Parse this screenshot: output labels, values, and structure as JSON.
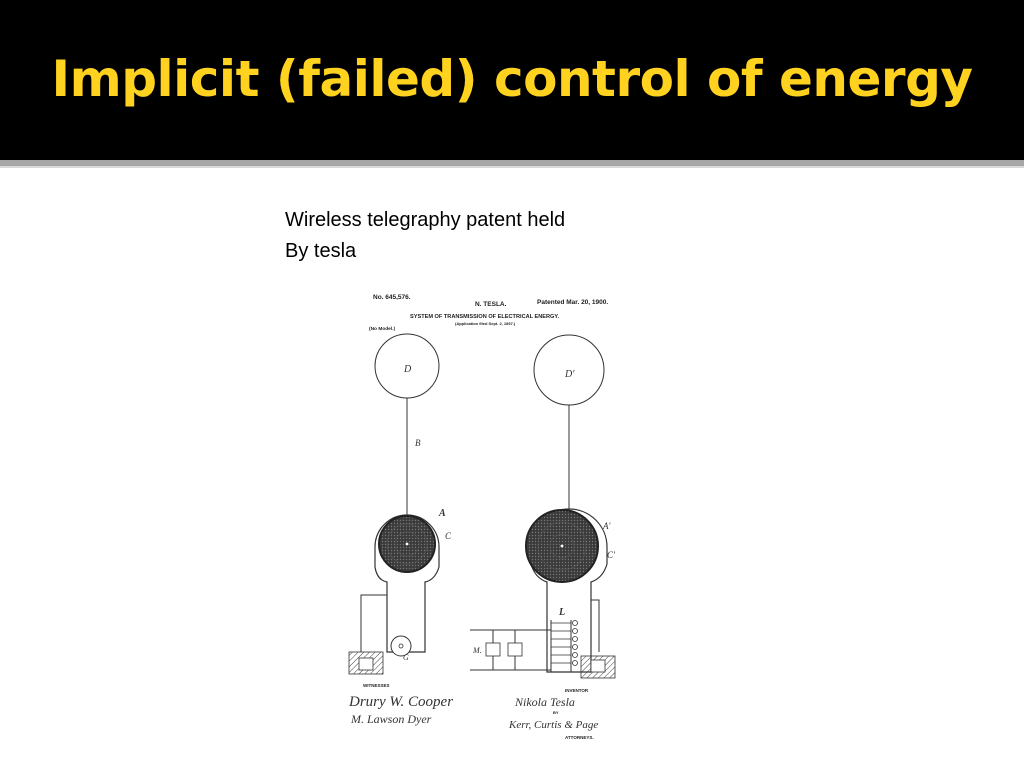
{
  "slide": {
    "title": "Implicit (failed) control of energy",
    "caption_line1": "Wireless telegraphy patent held",
    "caption_line2": "By tesla"
  },
  "patent": {
    "number": "No. 645,576.",
    "inventor": "N. TESLA.",
    "date": "Patented Mar. 20, 1900.",
    "heading": "SYSTEM OF TRANSMISSION OF ELECTRICAL ENERGY.",
    "application": "(Application filed Sept. 2, 1897.)",
    "model": "(No Model.)",
    "labels": {
      "d": "D",
      "d_prime": "D′",
      "b": "B",
      "a": "A",
      "c": "C",
      "a_prime": "A′",
      "c_prime": "C′",
      "g": "G",
      "l": "L",
      "m": "M."
    },
    "witnesses_label": "WITNESSES",
    "inventor_label": "INVENTOR",
    "by_label": "BY",
    "attorneys_label": "ATTORNEYS.",
    "signatures": {
      "witness1": "Drury W. Cooper",
      "witness2": "M. Lawson Dyer",
      "inventor": "Nikola Tesla",
      "attorneys": "Kerr, Curtis & Page"
    }
  },
  "colors": {
    "header_bg": "#000000",
    "title_text": "#ffd21f",
    "rule": "#a6a6a6"
  }
}
